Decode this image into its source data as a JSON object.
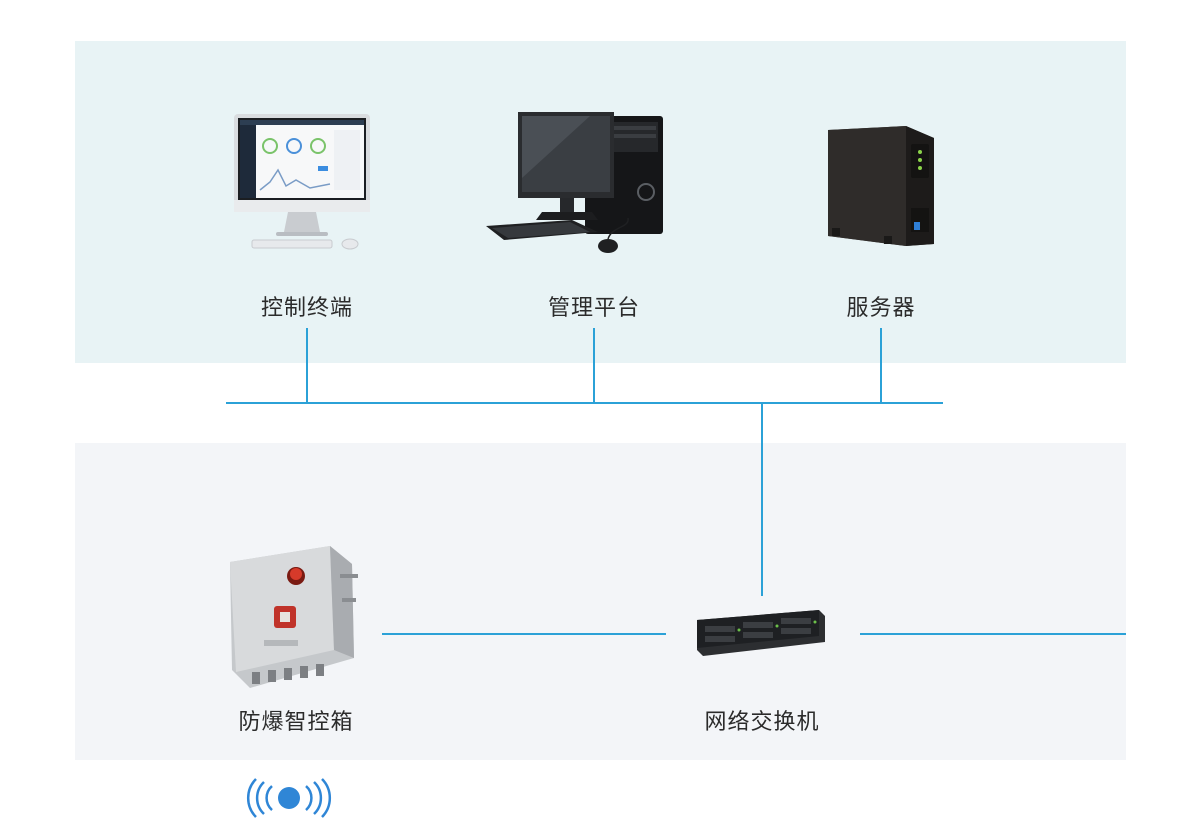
{
  "nodes": {
    "control_terminal": "控制终端",
    "management_platform": "管理平台",
    "server": "服务器",
    "explosion_proof_box": "防爆智控箱",
    "network_switch": "网络交换机"
  },
  "colors": {
    "line": "#2ba1d7",
    "top_band": "#e8f3f5",
    "bottom_band": "#f3f5f8",
    "wireless": "#2f86d6"
  },
  "icons": {
    "control_terminal": "monitor-icon",
    "management_platform": "desktop-pc-icon",
    "server": "nas-server-icon",
    "explosion_proof_box": "control-box-icon",
    "network_switch": "network-switch-icon",
    "wireless": "wireless-signal-icon"
  }
}
